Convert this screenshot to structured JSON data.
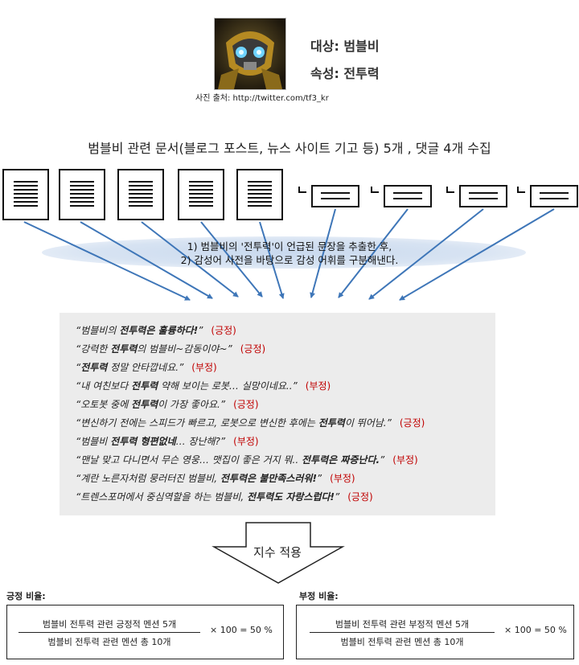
{
  "header": {
    "photo_alt": "범블비 사진",
    "credit": "사진 출처: http://twitter.com/tf3_kr",
    "target": "대상: 범블비",
    "attribute": "속성: 전투력"
  },
  "title": "범블비 관련 문서(블로그 포스트, 뉴스 사이트 기고 등) 5개 , 댓글 4개 수집",
  "instructions": [
    "1) 범블비의 '전투력'이 언급된 문장을 추출한 후,",
    "2) 감성어 사전을 바탕으로 감성 어휘를 구분해낸다."
  ],
  "quotes": [
    {
      "pre": "“범블비의 ",
      "bold": "전투력은 훌륭하다!",
      "post": "”",
      "tag": "(긍정)"
    },
    {
      "pre": "“강력한 ",
      "bold": "전투력",
      "post": "의 범블비~감동이야~”",
      "tag": "(긍정)"
    },
    {
      "pre": "“",
      "bold": "전투력",
      "post": " 정말 안타깝네요.”",
      "tag": "(부정)"
    },
    {
      "pre": "“내 여친보다 ",
      "bold": "전투력",
      "post": " 약해 보이는 로봇… 실망이네요..”",
      "tag": "(부정)"
    },
    {
      "pre": "“오토봇 중에 ",
      "bold": "전투력",
      "post": "이 가장 좋아요.”",
      "tag": "(긍정)"
    },
    {
      "pre": "“변신하기 전에는 스피드가 빠르고, 로봇으로 변신한 후에는 ",
      "bold": "전투력",
      "post": "이 뛰어남.”",
      "tag": "(긍정)"
    },
    {
      "pre": "“범블비 ",
      "bold": "전투력 형편없네",
      "post": "… 장난해?”",
      "tag": "(부정)"
    },
    {
      "pre": "“맨날 맞고 다니면서 무슨 영웅… 맷집이 좋은 거지 뭐.. ",
      "bold": "전투력은 짜증난다.",
      "post": "”",
      "tag": "(부정)"
    },
    {
      "pre": "“계란 노른자처럼 뭉러터진 범블비, ",
      "bold": "전투력은 불만족스러워!",
      "post": "”",
      "tag": "(부정)"
    },
    {
      "pre": "“트렌스포머에서 중심역할을 하는 범블비, ",
      "bold": "전투력도 자랑스럽다!",
      "post": "”",
      "tag": "(긍정)"
    }
  ],
  "arrow_label": "지수 적용",
  "positive": {
    "label": "긍정 비율:",
    "numerator": "범블비 전투력 관련 긍정적 멘션  5개",
    "denominator": "범블비 전투력 관련 멘션 총 10개",
    "result": "× 100 = 50 %"
  },
  "negative": {
    "label": "부정 비율:",
    "numerator": "범블비 전투력 관련 부정적 멘션  5개",
    "denominator": "범블비 전투력 관련 멘션 총 10개",
    "result": "× 100 = 50 %"
  },
  "colors": {
    "arrow": "#3e76b8",
    "tag": "#c00000",
    "quote_bg": "#ececec"
  }
}
